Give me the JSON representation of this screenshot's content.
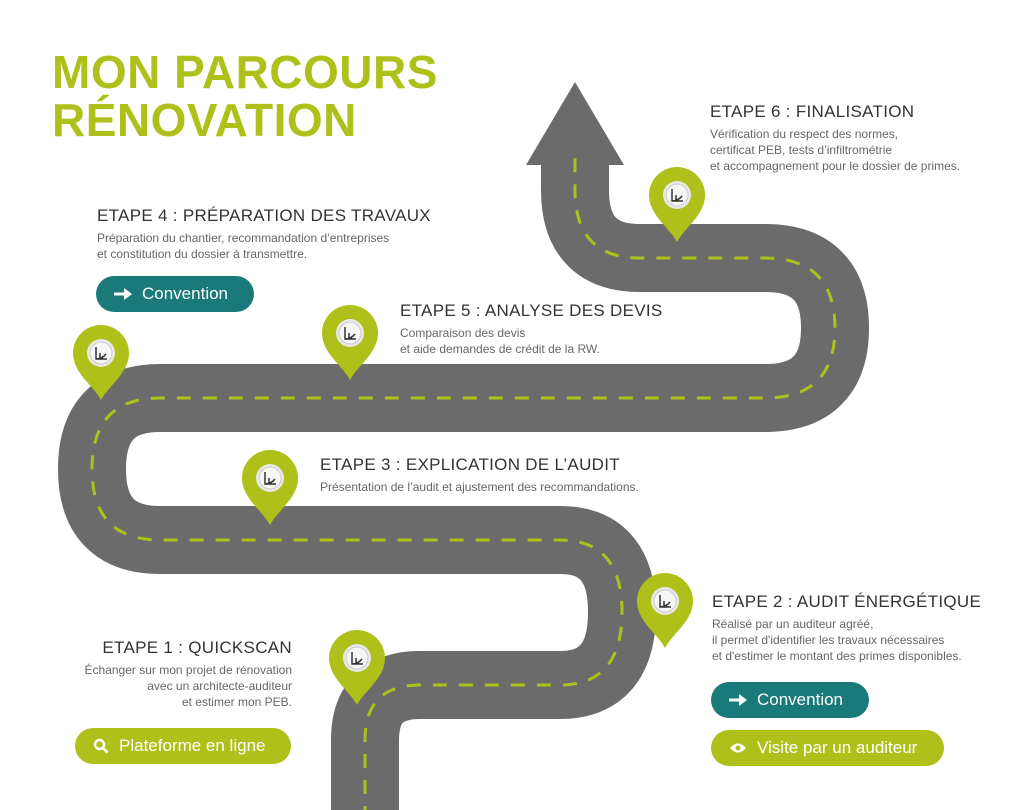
{
  "title": {
    "line1": "MON PARCOURS",
    "line2": "RÉNOVATION"
  },
  "steps": [
    {
      "title": "ETAPE 1 : QUICKSCAN",
      "text": "Échanger sur mon projet de rénovation\navec un architecte-auditeur\net estimer mon PEB."
    },
    {
      "title": "ETAPE 2 : AUDIT ÉNERGÉTIQUE",
      "text": "Réalisé par un auditeur agréé,\nil permet d'identifier les travaux nécessaires\net d'estimer le montant des primes disponibles."
    },
    {
      "title": "ETAPE 3 : EXPLICATION DE L’AUDIT",
      "text": "Présentation de l’audit et ajustement des recommandations."
    },
    {
      "title": "ETAPE 4 : PRÉPARATION DES TRAVAUX",
      "text": "Préparation du chantier, recommandation d’entreprises\net constitution du dossier à transmettre."
    },
    {
      "title": "ETAPE 5 : ANALYSE DES DEVIS",
      "text": "Comparaison des devis\net aide demandes de crédit de la RW."
    },
    {
      "title": "ETAPE 6 : FINALISATION",
      "text": "Vérification du respect des normes,\ncertificat PEB, tests d’infiltrométrie\net accompagnement pour le dossier de primes."
    }
  ],
  "buttons": {
    "platform": {
      "label": "Plateforme en ligne",
      "icon": "search-icon"
    },
    "convention_step2": {
      "label": "Convention",
      "icon": "arrow-right-icon"
    },
    "visit": {
      "label": "Visite par un auditeur",
      "icon": "eye-icon"
    },
    "convention_step4": {
      "label": "Convention",
      "icon": "arrow-right-icon"
    }
  },
  "colors": {
    "lime": "#aec11a",
    "teal": "#1a7a7a",
    "road": "#6b6b6b"
  }
}
